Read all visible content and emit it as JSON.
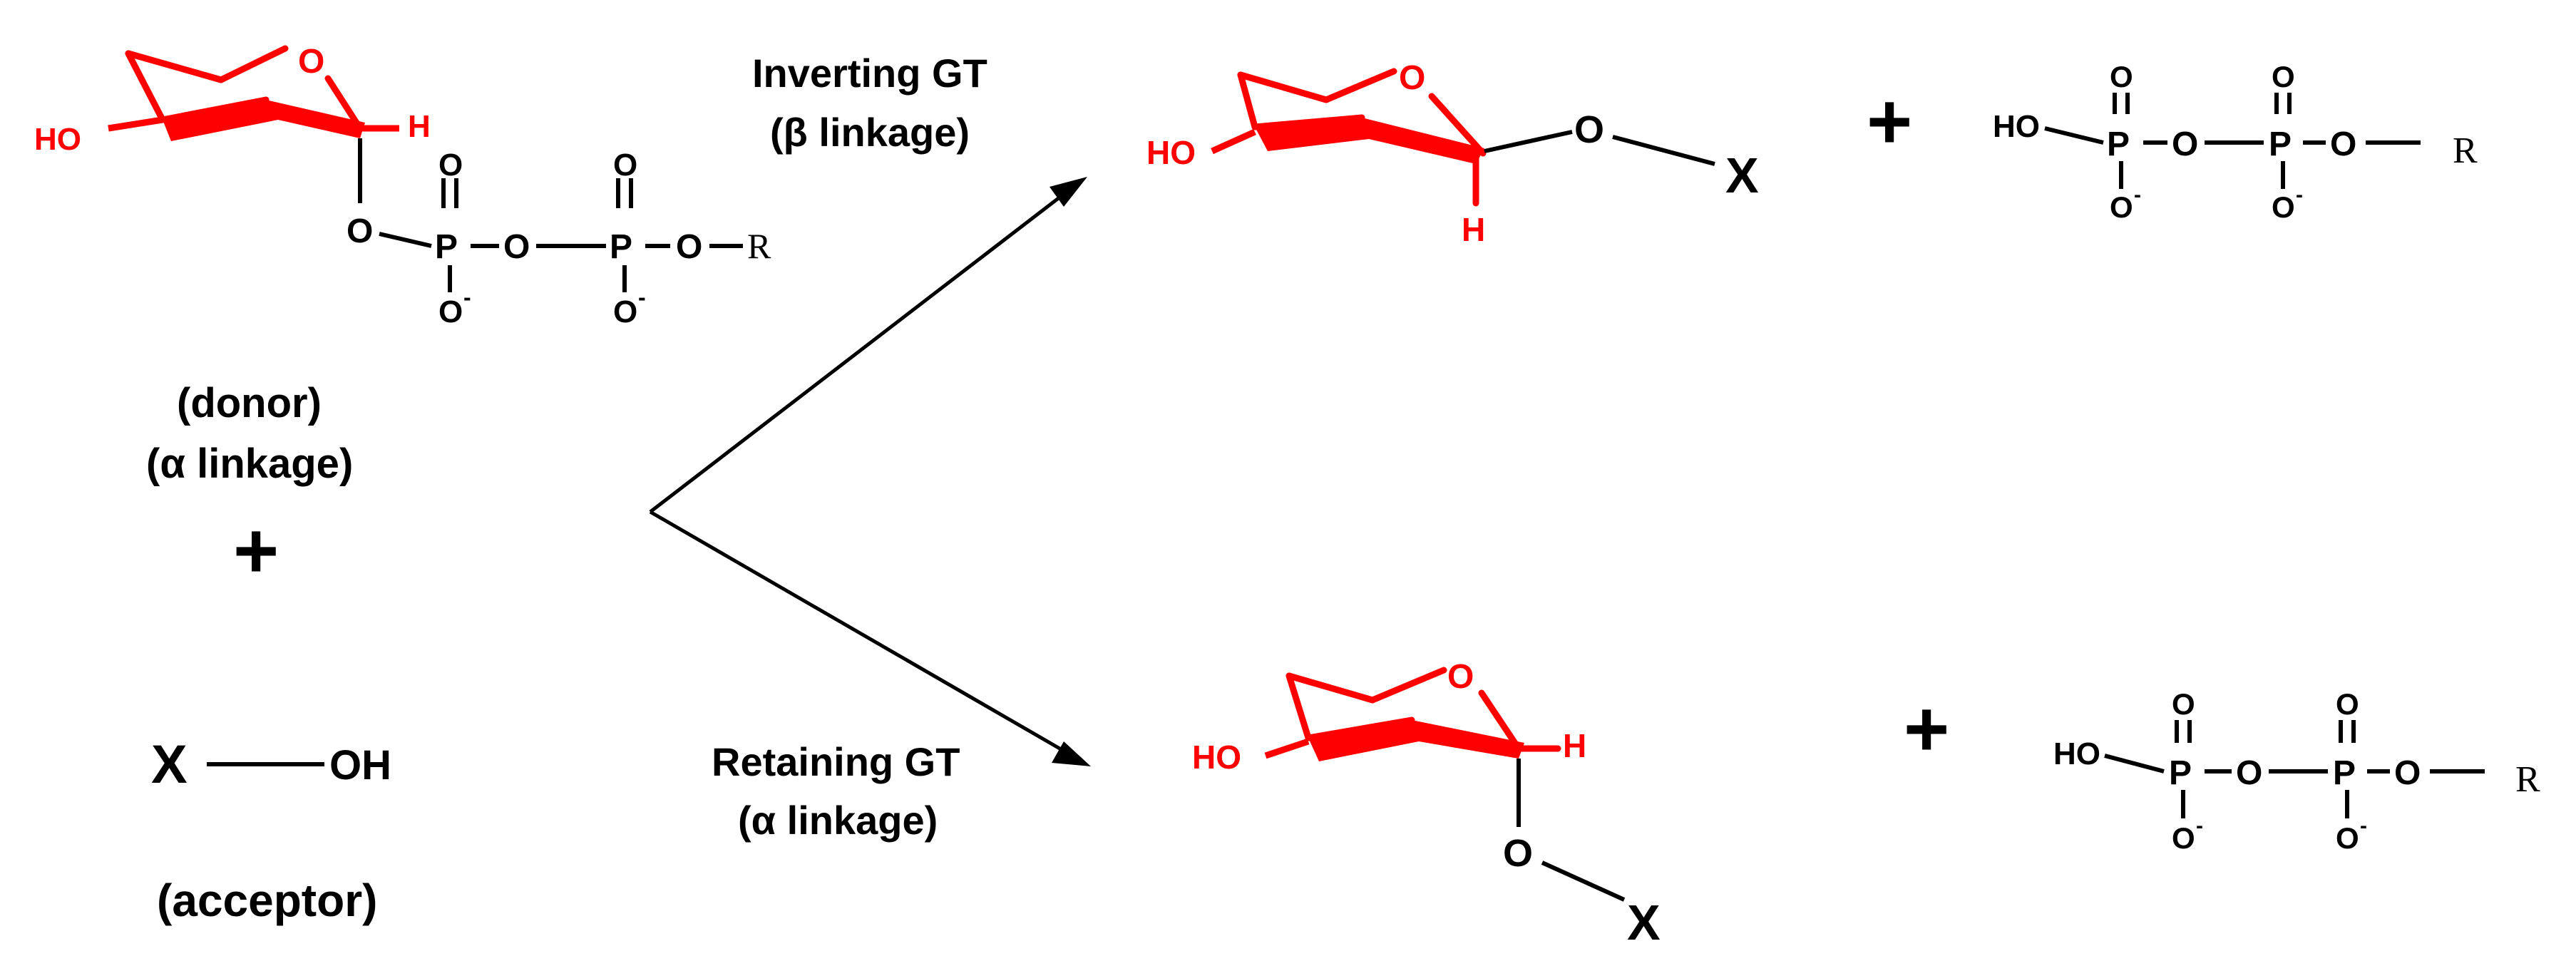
{
  "colors": {
    "sugar": "#ff0000",
    "ink": "#000000",
    "background": "#ffffff"
  },
  "labels": {
    "donor": "(donor)",
    "donor_linkage": "(α linkage)",
    "plus": "+",
    "acceptor": "(acceptor)",
    "inverting": "Inverting GT",
    "inverting_linkage": "(β linkage)",
    "retaining": "Retaining GT",
    "retaining_linkage": "(α linkage)"
  },
  "atoms": {
    "HO": "HO",
    "O": "O",
    "H": "H",
    "P": "P",
    "R": "R",
    "X": "X",
    "OH": "OH",
    "O_minus": "O",
    "minus": "-"
  }
}
